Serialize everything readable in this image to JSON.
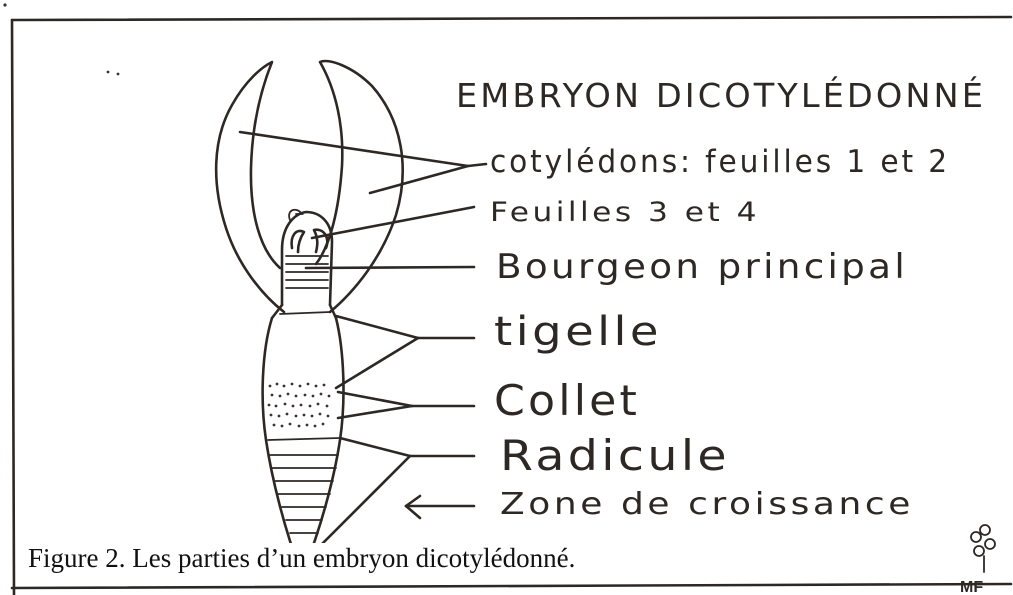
{
  "diagram": {
    "title": "EMBRYON DICOTYLÉDONNÉ",
    "labels": {
      "cotyledons": "cotylédons: feuilles 1 et 2",
      "leaves34": "Feuilles 3 et 4",
      "bud": "Bourgeon principal",
      "tigelle": "tigelle",
      "collet": "Collet",
      "radicule": "Radicule",
      "growth_zone": "Zone de croissance"
    },
    "signature": "MF"
  },
  "caption": "Figure 2. Les parties d’un embryon dicotylédonné."
}
